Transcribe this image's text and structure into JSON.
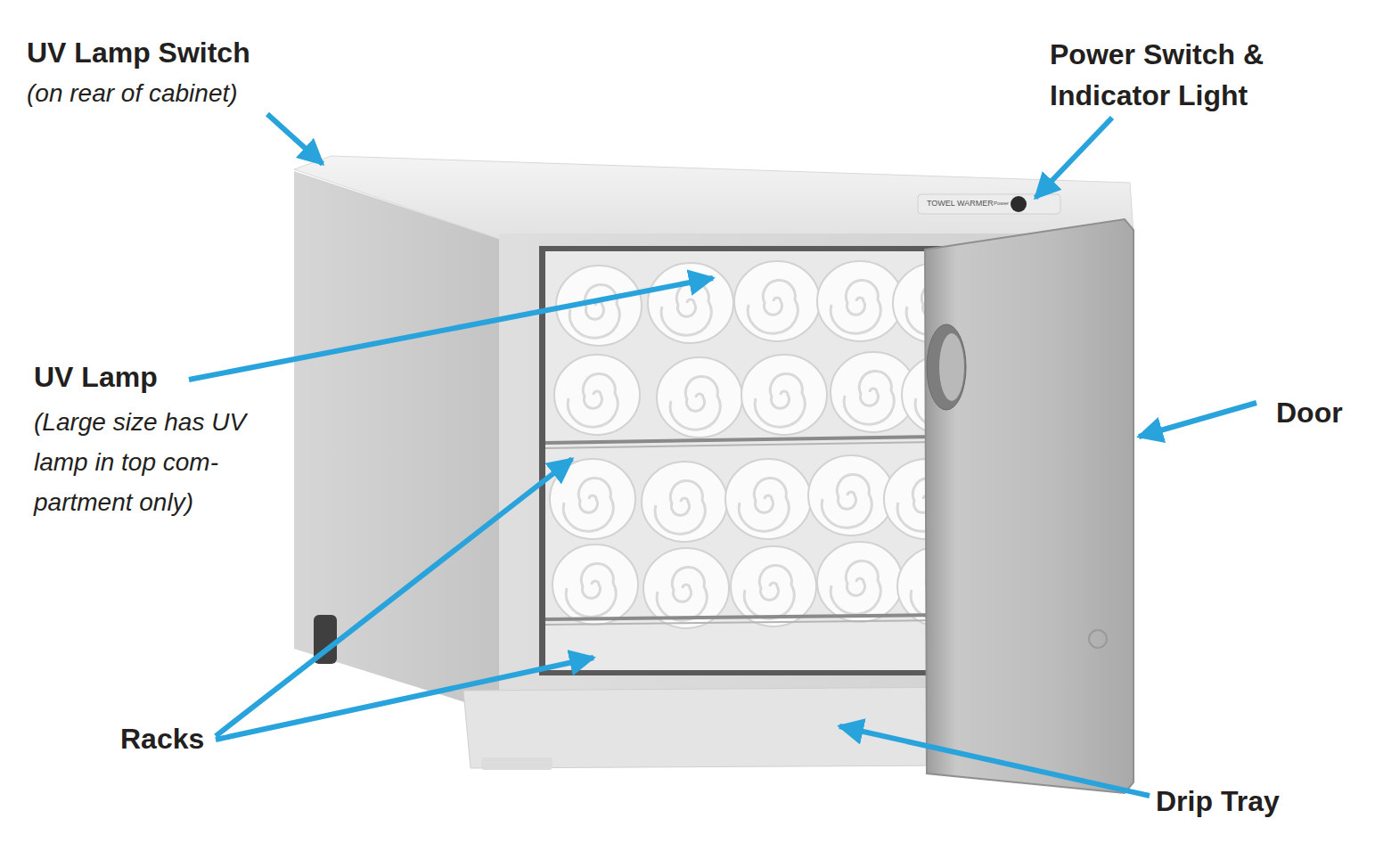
{
  "diagram": {
    "labels": [
      "UV Lamp Switch",
      "(on rear of cabinet)",
      "Power Switch & Indicator Light",
      "UV Lamp",
      "(Large size has UV lamp in top com- partment only)",
      "Door",
      "Racks",
      "Drip Tray",
      "TOWEL WARMER",
      "Power"
    ]
  }
}
